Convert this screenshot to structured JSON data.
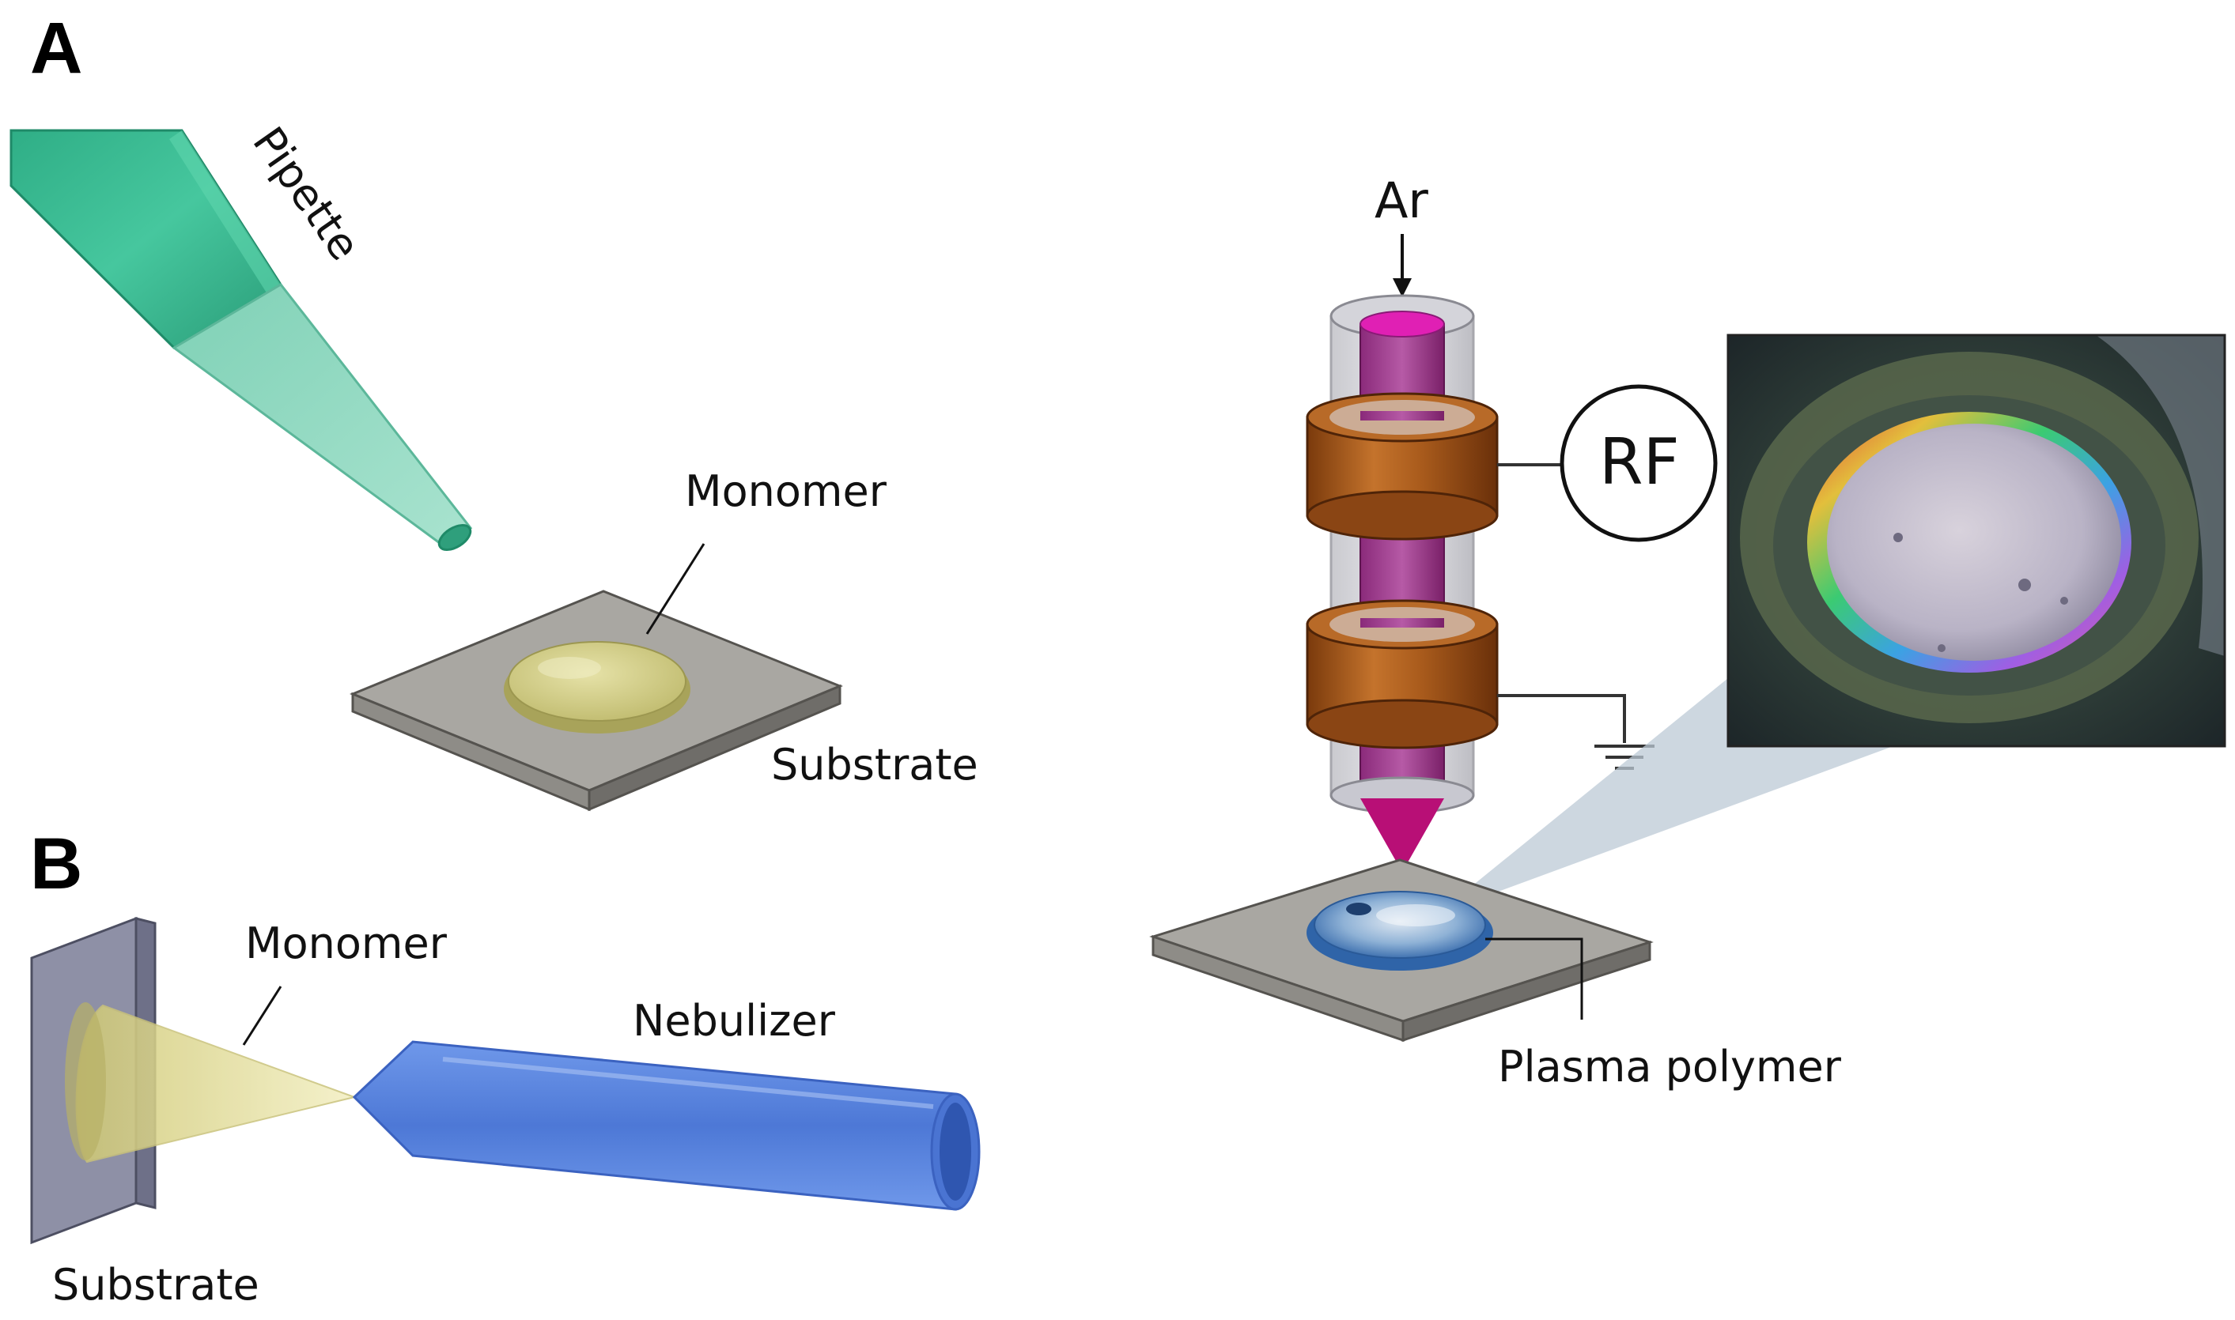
{
  "panels": {
    "a": "A",
    "b": "B"
  },
  "labels": {
    "pipette": "Pipette",
    "monomer_a": "Monomer",
    "substrate_a": "Substrate",
    "monomer_b": "Monomer",
    "nebulizer": "Nebulizer",
    "substrate_b": "Substrate",
    "ar": "Ar",
    "rf": "RF",
    "plasma_polymer": "Plasma polymer"
  },
  "colors": {
    "pipette_body": "#3cbf96",
    "pipette_tip": "#8ed8bf",
    "monomer": "#d6d28a",
    "substrate_top": "#a9a7a2",
    "substrate_side": "#6f6d69",
    "nebulizer": "#5b86e0",
    "electrode": "#b0601f",
    "plasma": "#c0107a",
    "polymer_film": "#4f88c8"
  }
}
